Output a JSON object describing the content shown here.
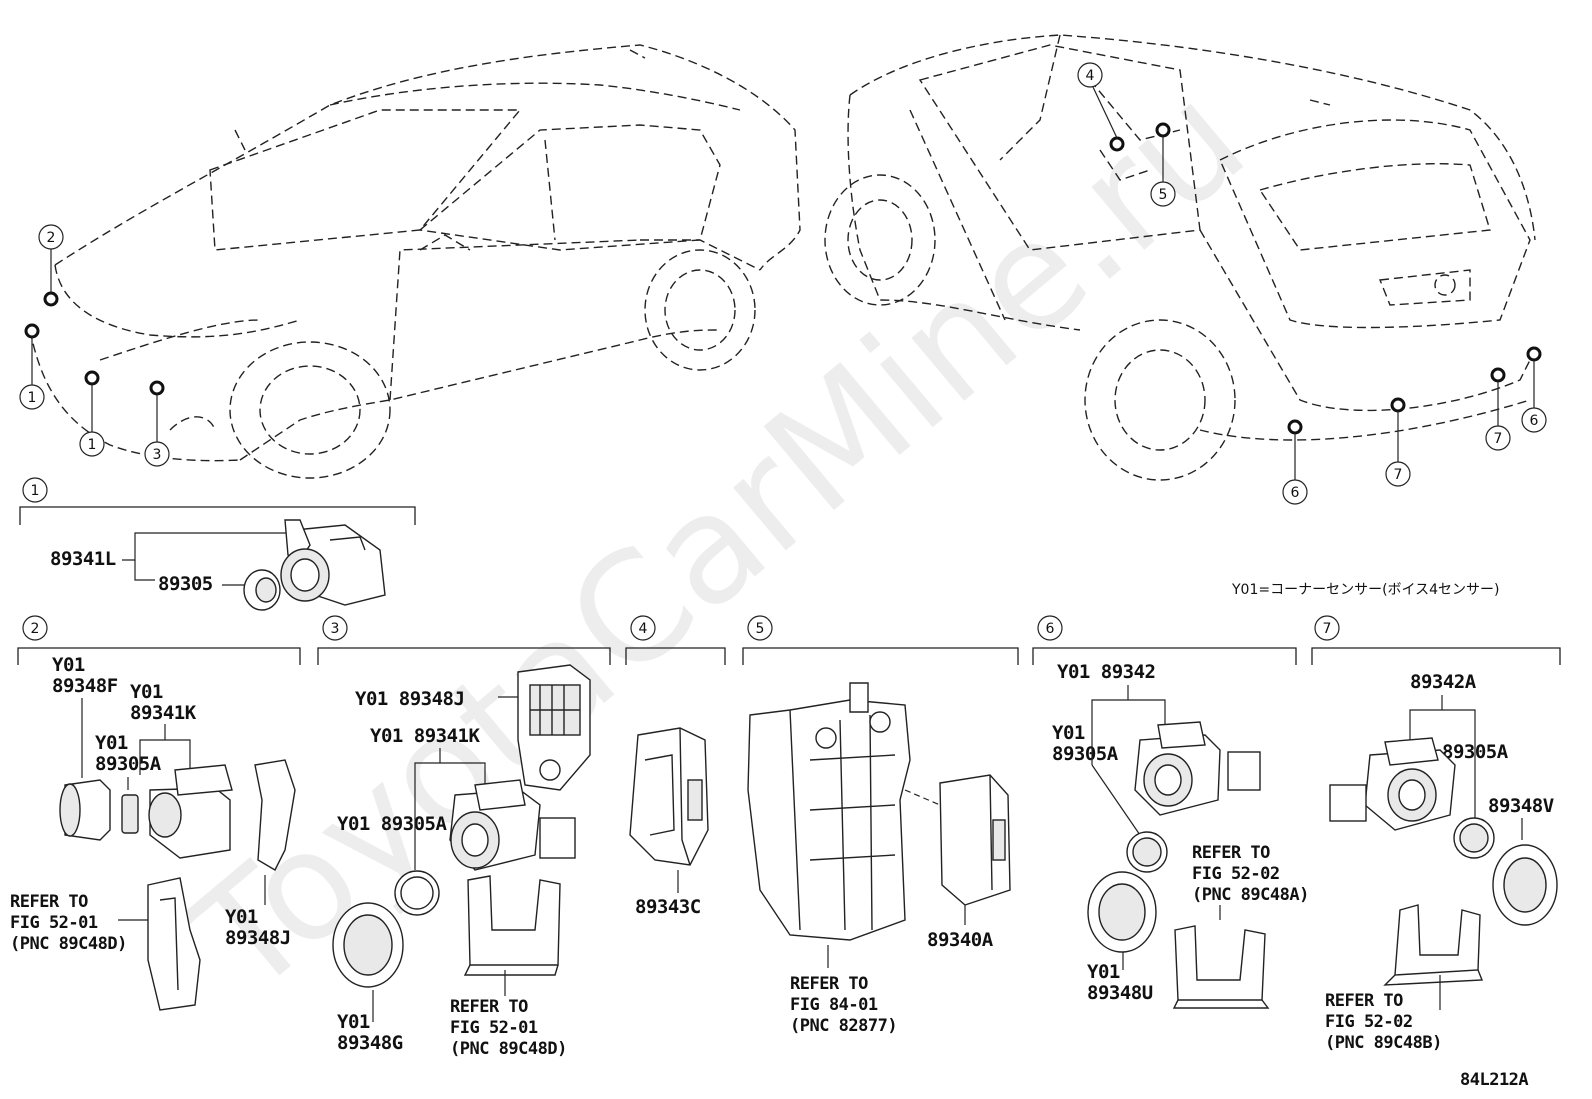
{
  "watermark": "ToyotaCarMine.ru",
  "note_y01": "Y01=コーナーセンサー(ボイス4センサー)",
  "figure_code": "84L212A",
  "callouts": [
    "1",
    "2",
    "3",
    "4",
    "5",
    "6",
    "7"
  ],
  "groups": {
    "g1": {
      "num": "1",
      "parts": [
        "89341L",
        "89305"
      ]
    },
    "g2": {
      "num": "2",
      "y01a": "Y01",
      "p1": "89348F",
      "y01b": "Y01",
      "p2": "89341K",
      "y01c": "Y01",
      "p3": "89305A",
      "y01d": "Y01",
      "p4": "89348J",
      "ref1": "REFER TO",
      "ref2": "FIG 52-01",
      "ref3": "(PNC 89C48D)"
    },
    "g3": {
      "num": "3",
      "p1": "Y01 89348J",
      "p2": "Y01 89341K",
      "p3": "Y01 89305A",
      "y01": "Y01",
      "p4": "89348G",
      "ref1": "REFER TO",
      "ref2": "FIG 52-01",
      "ref3": "(PNC 89C48D)"
    },
    "g4": {
      "num": "4",
      "p1": "89343C"
    },
    "g5": {
      "num": "5",
      "p1": "89340A",
      "ref1": "REFER TO",
      "ref2": "FIG 84-01",
      "ref3": "(PNC 82877)"
    },
    "g6": {
      "num": "6",
      "p1": "Y01 89342",
      "y01a": "Y01",
      "p2": "89305A",
      "y01b": "Y01",
      "p3": "89348U",
      "ref1": "REFER TO",
      "ref2": "FIG 52-02",
      "ref3": "(PNC 89C48A)"
    },
    "g7": {
      "num": "7",
      "p1": "89342A",
      "p2": "89305A",
      "p3": "89348V",
      "ref1": "REFER TO",
      "ref2": "FIG 52-02",
      "ref3": "(PNC 89C48B)"
    }
  }
}
